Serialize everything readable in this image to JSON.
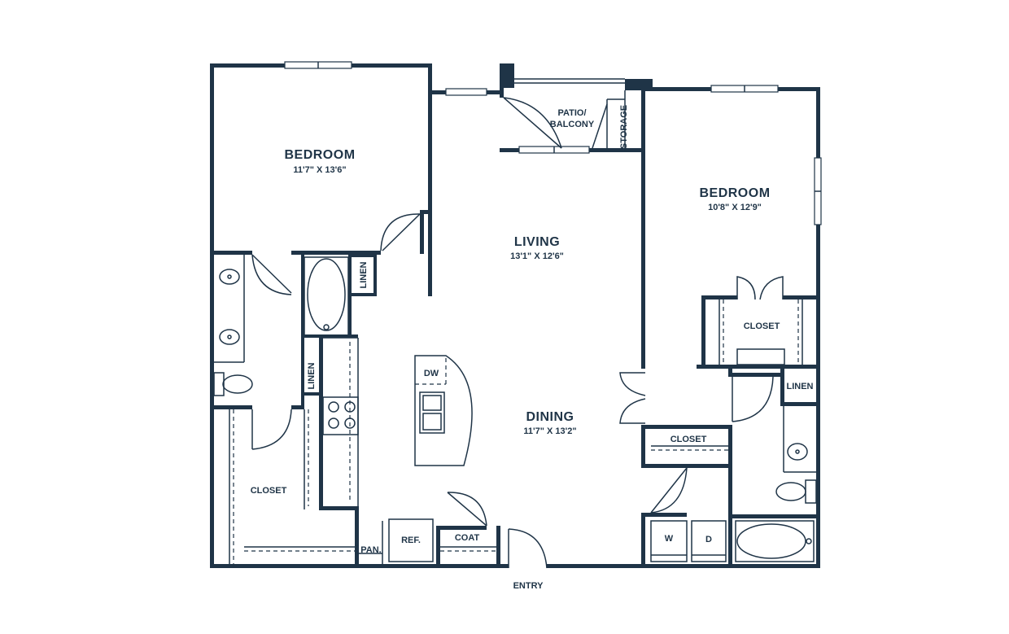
{
  "rooms": {
    "bedroom_left": {
      "name": "BEDROOM",
      "dims": "11'7\" X 13'6\""
    },
    "bedroom_right": {
      "name": "BEDROOM",
      "dims": "10'8\" X 12'9\""
    },
    "living": {
      "name": "LIVING",
      "dims": "13'1\" X 12'6\""
    },
    "dining": {
      "name": "DINING",
      "dims": "11'7\" X 13'2\""
    }
  },
  "labels": {
    "patio_line1": "PATIO/",
    "patio_line2": "BALCONY",
    "storage": "STORAGE",
    "closet_right_bed": "CLOSET",
    "linen_right": "LINEN",
    "closet_hall": "CLOSET",
    "linen_top": "LINEN",
    "linen_mid": "LINEN",
    "closet_left": "CLOSET",
    "dw": "DW",
    "pan": "PAN.",
    "ref": "REF.",
    "coat": "COAT",
    "washer": "W",
    "dryer": "D",
    "entry": "ENTRY"
  },
  "colors": {
    "wall": "#1f3447",
    "background": "#ffffff"
  }
}
